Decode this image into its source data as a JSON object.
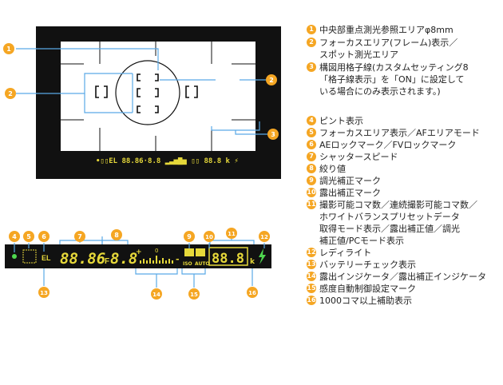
{
  "colors": {
    "callout": "#f5a623",
    "leader": "#5aa9e6",
    "lcd_text": "#e6d83a",
    "viewfinder_bg": "#111111",
    "frame_bg": "#ffffff"
  },
  "viewfinder": {
    "lcd_text": "•▯▯EL 88.86·8.8 ▂▃▅▇▅ ▯▯ 88.8 k ⚡"
  },
  "panel": {
    "readout_main": "88.86",
    "readout_f": "F",
    "readout_aperture": "8.8",
    "readout_count": "88.8",
    "label_el": "EL",
    "label_k": "k",
    "label_iso": "ISO",
    "label_auto": "AUTO",
    "label_zero": "0",
    "label_plus": "+",
    "label_minus": "-"
  },
  "callouts": {
    "vf": [
      "1",
      "2",
      "2",
      "3"
    ],
    "panel": [
      "4",
      "5",
      "6",
      "7",
      "8",
      "9",
      "10",
      "11",
      "12",
      "13",
      "14",
      "15",
      "16"
    ]
  },
  "legend": [
    {
      "num": "1",
      "text": "中央部重点測光参照エリアφ8mm"
    },
    {
      "num": "2",
      "text": "フォーカスエリア(フレーム)表示／\nスポット測光エリア"
    },
    {
      "num": "3",
      "text": "構図用格子線(カスタムセッティング8\n「格子線表示」を「ON」に設定して\nいる場合にのみ表示されます。)"
    },
    {
      "num": "4",
      "text": "ピント表示"
    },
    {
      "num": "5",
      "text": "フォーカスエリア表示／AFエリアモード"
    },
    {
      "num": "6",
      "text": "AEロックマーク／FVロックマーク"
    },
    {
      "num": "7",
      "text": "シャッタースピード"
    },
    {
      "num": "8",
      "text": "絞り値"
    },
    {
      "num": "9",
      "text": "調光補正マーク"
    },
    {
      "num": "10",
      "text": "露出補正マーク"
    },
    {
      "num": "11",
      "text": "撮影可能コマ数／連続撮影可能コマ数／\nホワイトバランスプリセットデータ\n取得モード表示／露出補正値／調光\n補正値/PCモード表示"
    },
    {
      "num": "12",
      "text": "レディライト"
    },
    {
      "num": "13",
      "text": "バッテリーチェック表示"
    },
    {
      "num": "14",
      "text": "露出インジケータ／露出補正インジケータ"
    },
    {
      "num": "15",
      "text": "感度自動制御設定マーク"
    },
    {
      "num": "16",
      "text": "1000コマ以上補助表示"
    }
  ]
}
